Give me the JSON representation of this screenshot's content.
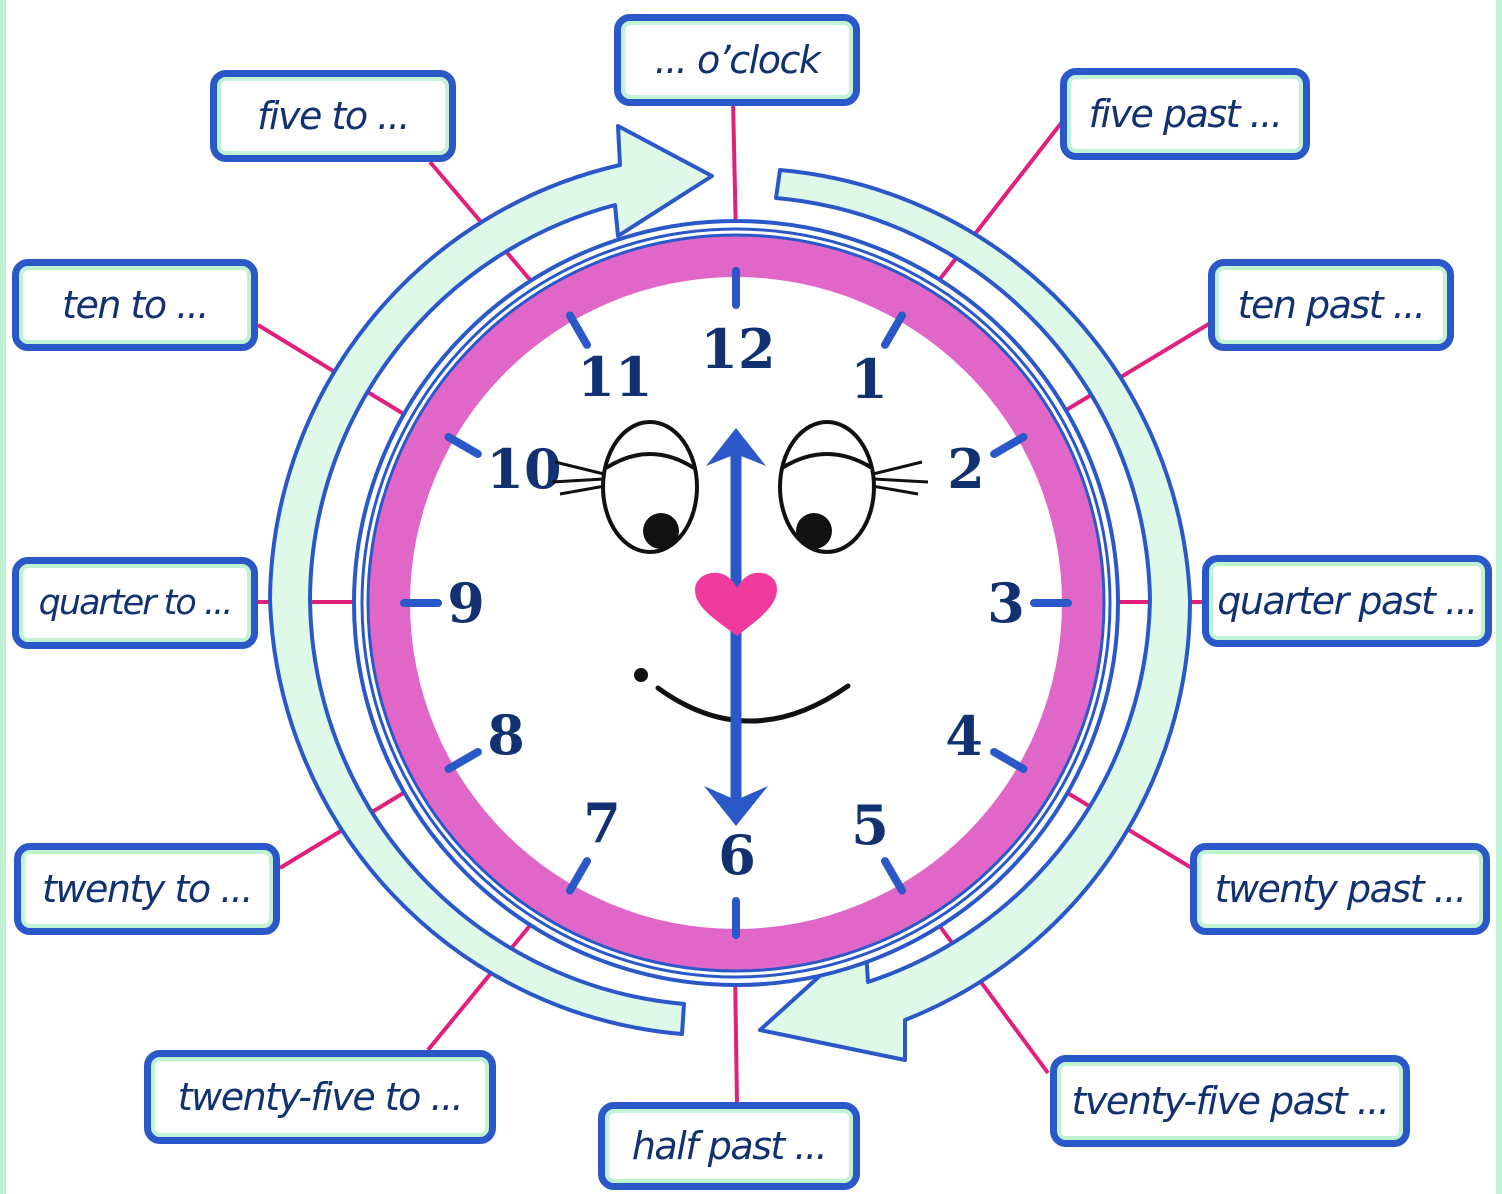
{
  "labels": {
    "oclock": "... o’clock",
    "five_past": "five past ...",
    "ten_past": "ten past ...",
    "quarter_past": "quarter past ...",
    "twenty_past": "twenty past ...",
    "twenty_five_past": "tventy-five past ...",
    "half_past": "half past ...",
    "twenty_five_to": "twenty-five to ...",
    "twenty_to": "twenty to ...",
    "quarter_to": "quarter to ...",
    "ten_to": "ten to ...",
    "five_to": "five to ..."
  },
  "numerals": [
    "12",
    "1",
    "2",
    "3",
    "4",
    "5",
    "6",
    "7",
    "8",
    "9",
    "10",
    "11"
  ],
  "icons": [
    "clock-face",
    "heart-icon",
    "eye-icon",
    "smile-icon",
    "arrow-icon"
  ],
  "colors": {
    "box_border": "#2a58c9",
    "box_inner_ring": "#bff3d3",
    "text": "#123170",
    "clock_rim": "#e066c8",
    "connector": "#e0207a",
    "arrow": "#dff9e8",
    "hands": "#2a58c9",
    "heart": "#f03a9e"
  }
}
